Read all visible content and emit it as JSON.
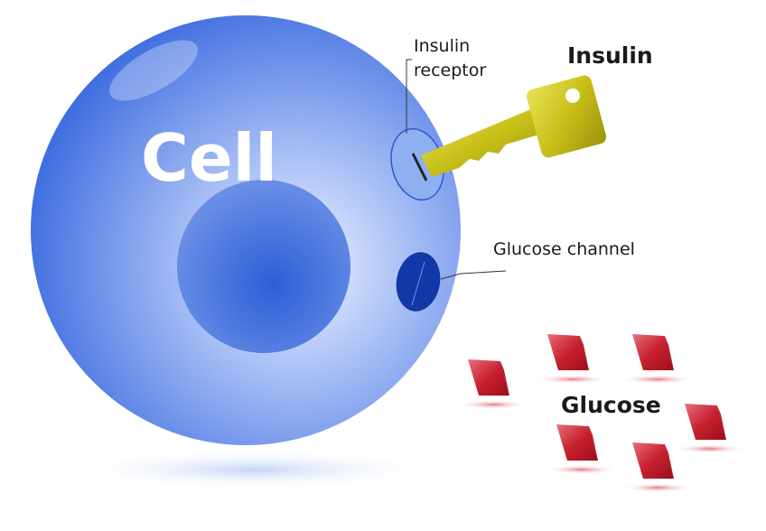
{
  "labels": {
    "cell": "Cell",
    "receptor_line1": "Insulin",
    "receptor_line2": "receptor",
    "insulin": "Insulin",
    "glucose_channel": "Glucose channel",
    "glucose": "Glucose"
  },
  "colors": {
    "cell": "#3f6fe0",
    "nucleus": "#2a55c8",
    "channel": "#1238a8",
    "key": "#c9c21a",
    "glucose": "#c8202e"
  }
}
